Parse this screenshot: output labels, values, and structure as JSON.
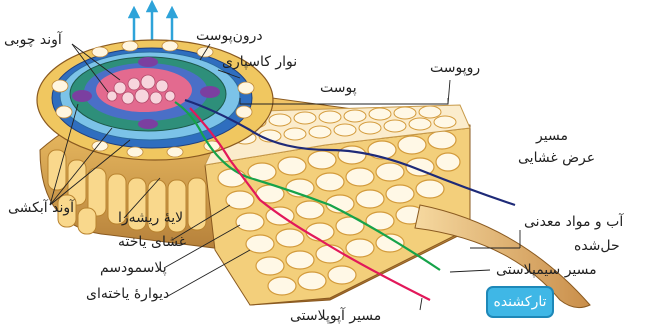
{
  "labels": {
    "xylem": "آوند چوبی",
    "endodermis": "درون‌پوست",
    "casparian_strip": "نوار کاسپاری",
    "cortex": "پوست",
    "epidermis": "روپوست",
    "transmembrane_route_1": "مسیر",
    "transmembrane_route_2": "عرض غشایی",
    "phloem": "آوند آبکشی",
    "pericycle": "لایهٔ ریشه‌زا",
    "cell_membrane": "غشای یاخته",
    "plasmodesma": "پلاسمودسم",
    "cell_wall": "دیوارهٔ یاخته‌ای",
    "water_minerals_1": "آب و مواد معدنی",
    "water_minerals_2": "حل‌شده",
    "symplast_route": "مسیر سیمپلاستی",
    "apoplast_route": "مسیر آپوپلاستی",
    "root_hair": "تارکشنده"
  },
  "colors": {
    "apoplast": "#e2185a",
    "symplast": "#16a34a",
    "transmembrane": "#1e2a78",
    "arrow": "#2ea3d9",
    "cell_fill": "#fbf0d0",
    "cell_wall": "#d9a44a",
    "badge": "#3fb7e6"
  }
}
